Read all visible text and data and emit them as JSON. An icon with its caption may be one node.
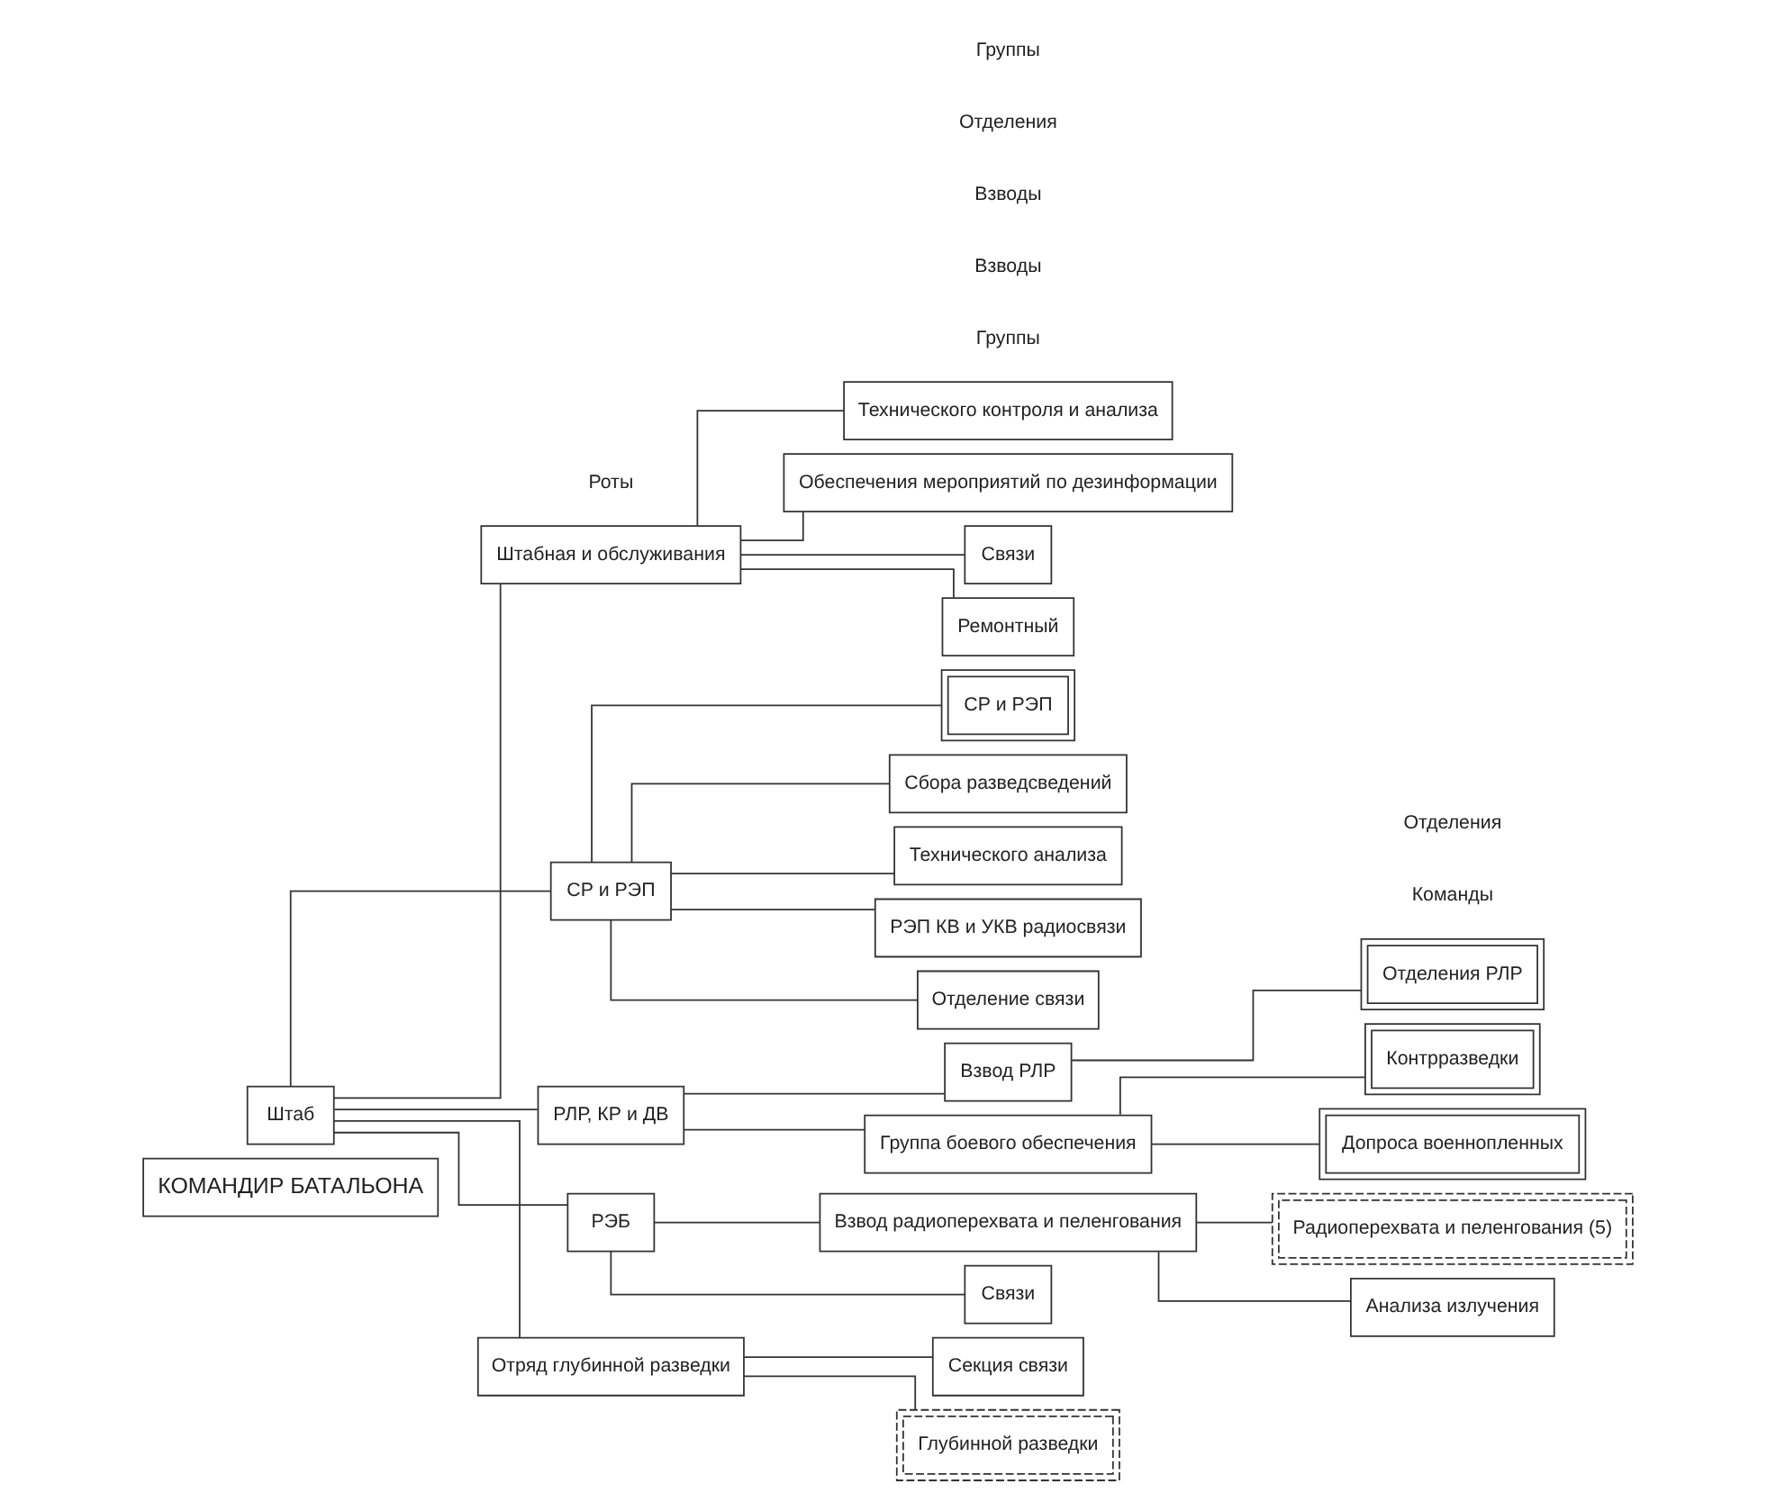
{
  "diagram": {
    "nodes": [
      {
        "text": [
          "КОМАНДИР БАТАЛЬОНА"
        ]
      },
      {
        "text": [
          "Штаб"
        ]
      },
      {
        "text": [
          "Штабная и обслуживания"
        ]
      },
      {
        "text": [
          "СР и РЭП"
        ]
      },
      {
        "text": [
          "РЛР, КР и ДВ"
        ]
      },
      {
        "text": [
          "РЭБ"
        ]
      },
      {
        "text": [
          "Отряд глубинной разведки"
        ]
      },
      {
        "text": [
          "Технического контроля и анализа"
        ]
      },
      {
        "text": [
          "Обеспечения мероприятий по дезинформации"
        ]
      },
      {
        "text": [
          "Связи"
        ]
      },
      {
        "text": [
          "Ремонтный"
        ]
      },
      {
        "text": [
          "СР и РЭП"
        ]
      },
      {
        "text": [
          "Сбора разведсведений"
        ]
      },
      {
        "text": [
          "Технического анализа"
        ]
      },
      {
        "text": [
          "РЭП КВ и УКВ радиосвязи"
        ]
      },
      {
        "text": [
          "Отделение связи"
        ]
      },
      {
        "text": [
          "Взвод РЛР"
        ]
      },
      {
        "text": [
          "Отделения РЛР"
        ]
      },
      {
        "text": [
          "Группа боевого обеспечения"
        ]
      },
      {
        "text": [
          "Контрразведки"
        ]
      },
      {
        "text": [
          "Допроса военнопленных"
        ]
      },
      {
        "text": [
          "Взвод радиоперехвата и пеленгования"
        ]
      },
      {
        "text": [
          "Радиоперехвата и пеленгования (5)"
        ]
      },
      {
        "text": [
          "Анализа излучения"
        ]
      },
      {
        "text": [
          "Связи"
        ]
      },
      {
        "text": [
          "Секция связи"
        ]
      },
      {
        "text": [
          "Глубинной разведки"
        ]
      }
    ],
    "edges": [
      {
        "from": 1,
        "to": 2,
        "arrow": "none"
      },
      {
        "from": 1,
        "to": 3,
        "arrow": "none"
      },
      {
        "from": 1,
        "to": 4,
        "arrow": "none"
      },
      {
        "from": 1,
        "to": 5,
        "arrow": "none"
      },
      {
        "from": 1,
        "to": 6,
        "arrow": "none"
      },
      {
        "from": 2,
        "to": 7,
        "arrow": "none"
      },
      {
        "from": 2,
        "to": 8,
        "arrow": "none"
      },
      {
        "from": 2,
        "to": 9,
        "arrow": "none"
      },
      {
        "from": 2,
        "to": 10,
        "arrow": "none"
      },
      {
        "from": 3,
        "to": 11,
        "arrow": "none"
      },
      {
        "from": 3,
        "to": 12,
        "arrow": "none"
      },
      {
        "from": 3,
        "to": 13,
        "arrow": "none"
      },
      {
        "from": 3,
        "to": 14,
        "arrow": "none"
      },
      {
        "from": 3,
        "to": 15,
        "arrow": "none"
      },
      {
        "from": 4,
        "to": 16,
        "arrow": "none"
      },
      {
        "from": 16,
        "to": 17,
        "arrow": "none"
      },
      {
        "from": 4,
        "to": 18,
        "arrow": "none"
      },
      {
        "from": 18,
        "to": 19,
        "arrow": "none"
      },
      {
        "from": 18,
        "to": 20,
        "arrow": "none"
      },
      {
        "from": 5,
        "to": 21,
        "arrow": "none"
      },
      {
        "from": 21,
        "to": 22,
        "arrow": "none"
      },
      {
        "from": 21,
        "to": 23,
        "arrow": "none"
      },
      {
        "from": 5,
        "to": 24,
        "arrow": "none"
      },
      {
        "from": 6,
        "to": 25,
        "arrow": "none"
      },
      {
        "from": 6,
        "to": 26,
        "arrow": "none"
      }
    ],
    "labels": [
      "Роты",
      "Группы",
      "Взводы",
      "Взводы",
      "Отделения",
      "Команды",
      "Отделения",
      "Группы"
    ]
  }
}
